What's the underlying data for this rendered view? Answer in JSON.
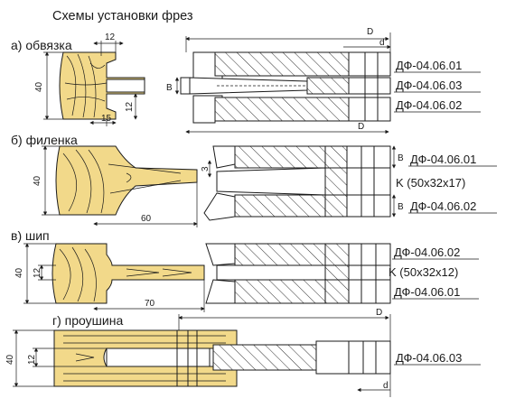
{
  "title": "Схемы установки фрез",
  "sections": {
    "a": {
      "label": "а) обвязка",
      "dims": {
        "width_top": "12",
        "height": "40",
        "bottom": "15",
        "depth": "12"
      },
      "symbols": {
        "B": "B",
        "D": "D",
        "d": "d"
      },
      "parts": [
        "ДФ-04.06.01",
        "ДФ-04.06.03",
        "ДФ-04.06.02"
      ]
    },
    "b": {
      "label": "б) филенка",
      "dims": {
        "height": "40",
        "length": "60",
        "thickness": "3"
      },
      "symbols": {
        "B": "B"
      },
      "parts": [
        "ДФ-04.06.01",
        "K (50x32x17)",
        "ДФ-04.06.02"
      ]
    },
    "c": {
      "label": "в) шип",
      "dims": {
        "height": "40",
        "inner": "12",
        "length": "70"
      },
      "parts": [
        "ДФ-04.06.02",
        "K (50x32x12)",
        "ДФ-04.06.01"
      ]
    },
    "d": {
      "label": "г) проушина",
      "dims": {
        "height": "40",
        "inner": "12"
      },
      "symbols": {
        "D": "D",
        "d": "d"
      },
      "parts": [
        "ДФ-04.06.03"
      ]
    }
  },
  "colors": {
    "wood": "#f2d98a",
    "line": "#1a1a1a",
    "background": "#ffffff"
  }
}
